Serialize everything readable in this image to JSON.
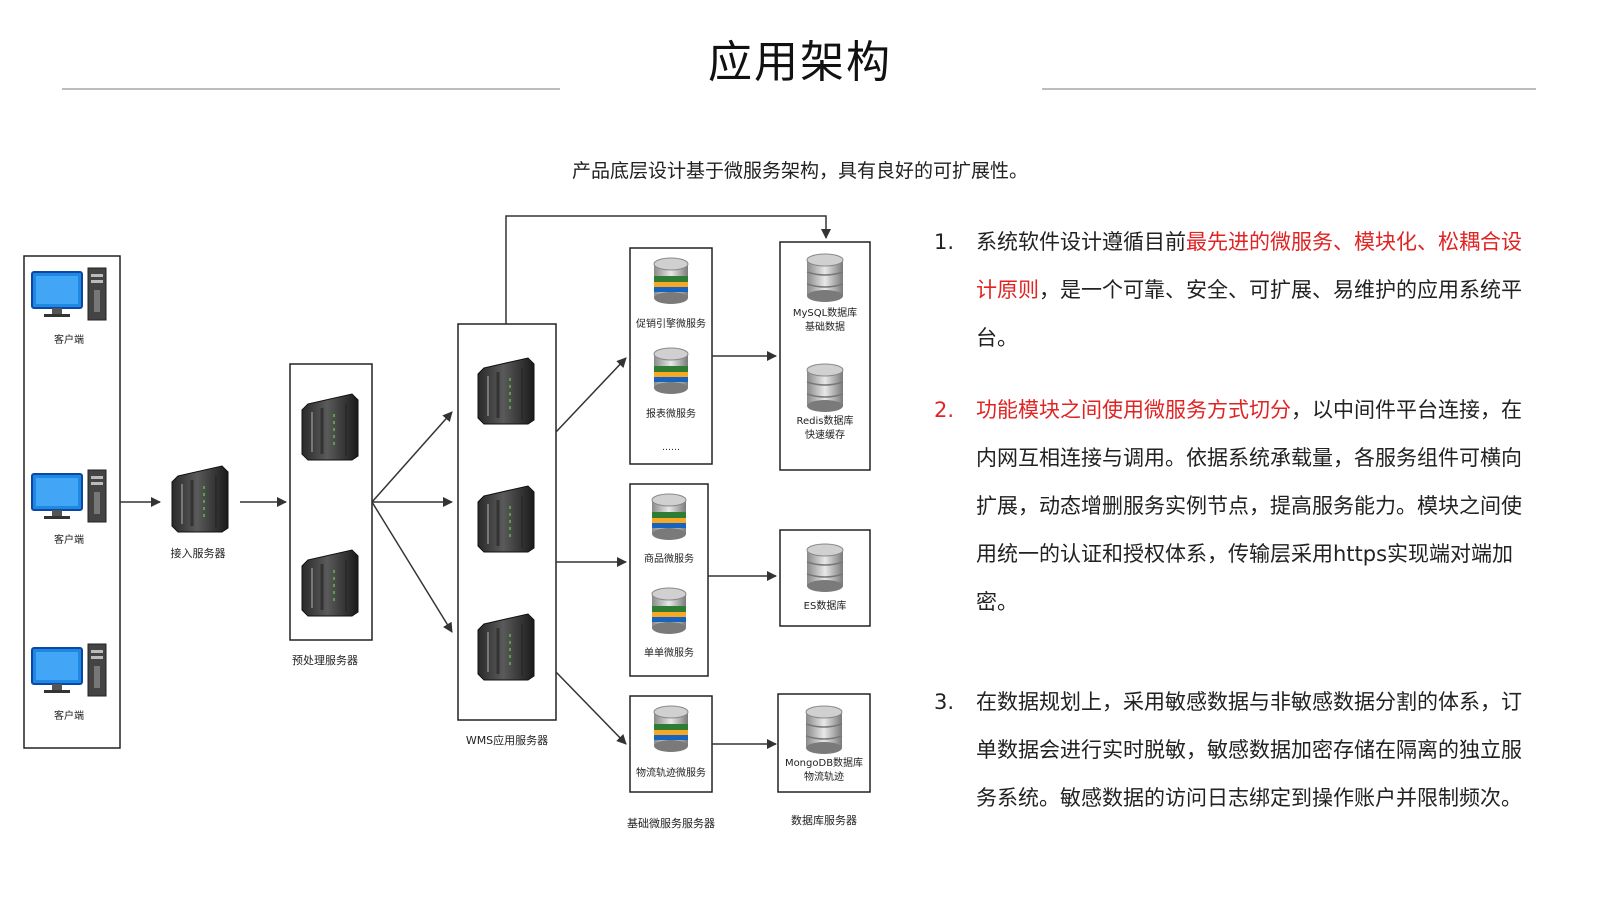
{
  "title": "应用架构",
  "subtitle": "产品底层设计基于微服务架构，具有良好的可扩展性。",
  "diagram": {
    "clients": [
      "客户端",
      "客户端",
      "客户端"
    ],
    "access_server": "接入服务器",
    "preprocess_server": "预处理服务器",
    "wms_server": "WMS应用服务器",
    "microservices": {
      "promo": "促销引擎微服务",
      "report": "报表微服务",
      "ellipsis": "……",
      "product": "商品微服务",
      "order": "单单微服务",
      "logistics": "物流轨迹微服务",
      "group_label": "基础微服务服务器"
    },
    "databases": {
      "mysql_name": "MySQL数据库",
      "mysql_desc": "基础数据",
      "redis_name": "Redis数据库",
      "redis_desc": "快速缓存",
      "es_name": "ES数据库",
      "mongo_name": "MongoDB数据库",
      "mongo_desc": "物流轨迹",
      "group_label": "数据库服务器"
    }
  },
  "points": [
    {
      "num": "1.",
      "pre": "系统软件设计遵循目前",
      "highlight": "最先进的微服务、模块化、松耦合设计原则",
      "post": "，是一个可靠、安全、可扩展、易维护的应用系统平台。"
    },
    {
      "num": "2.",
      "pre": "",
      "highlight": "功能模块之间使用微服务方式切分",
      "post": "，以中间件平台连接，在内网互相连接与调用。依据系统承载量，各服务组件可横向扩展，动态增删服务实例节点，提高服务能力。模块之间使用统一的认证和授权体系，传输层采用https实现端对端加密。"
    },
    {
      "num": "3.",
      "pre": "",
      "highlight": "",
      "post": "在数据规划上，采用敏感数据与非敏感数据分割的体系，订单数据会进行实时脱敏，敏感数据加密存储在隔离的独立服务系统。敏感数据的访问日志绑定到操作账户并限制频次。"
    }
  ],
  "colors": {
    "highlight": "#e02424",
    "rule": "#bdbdbd",
    "monitor": "#1e88e5"
  }
}
